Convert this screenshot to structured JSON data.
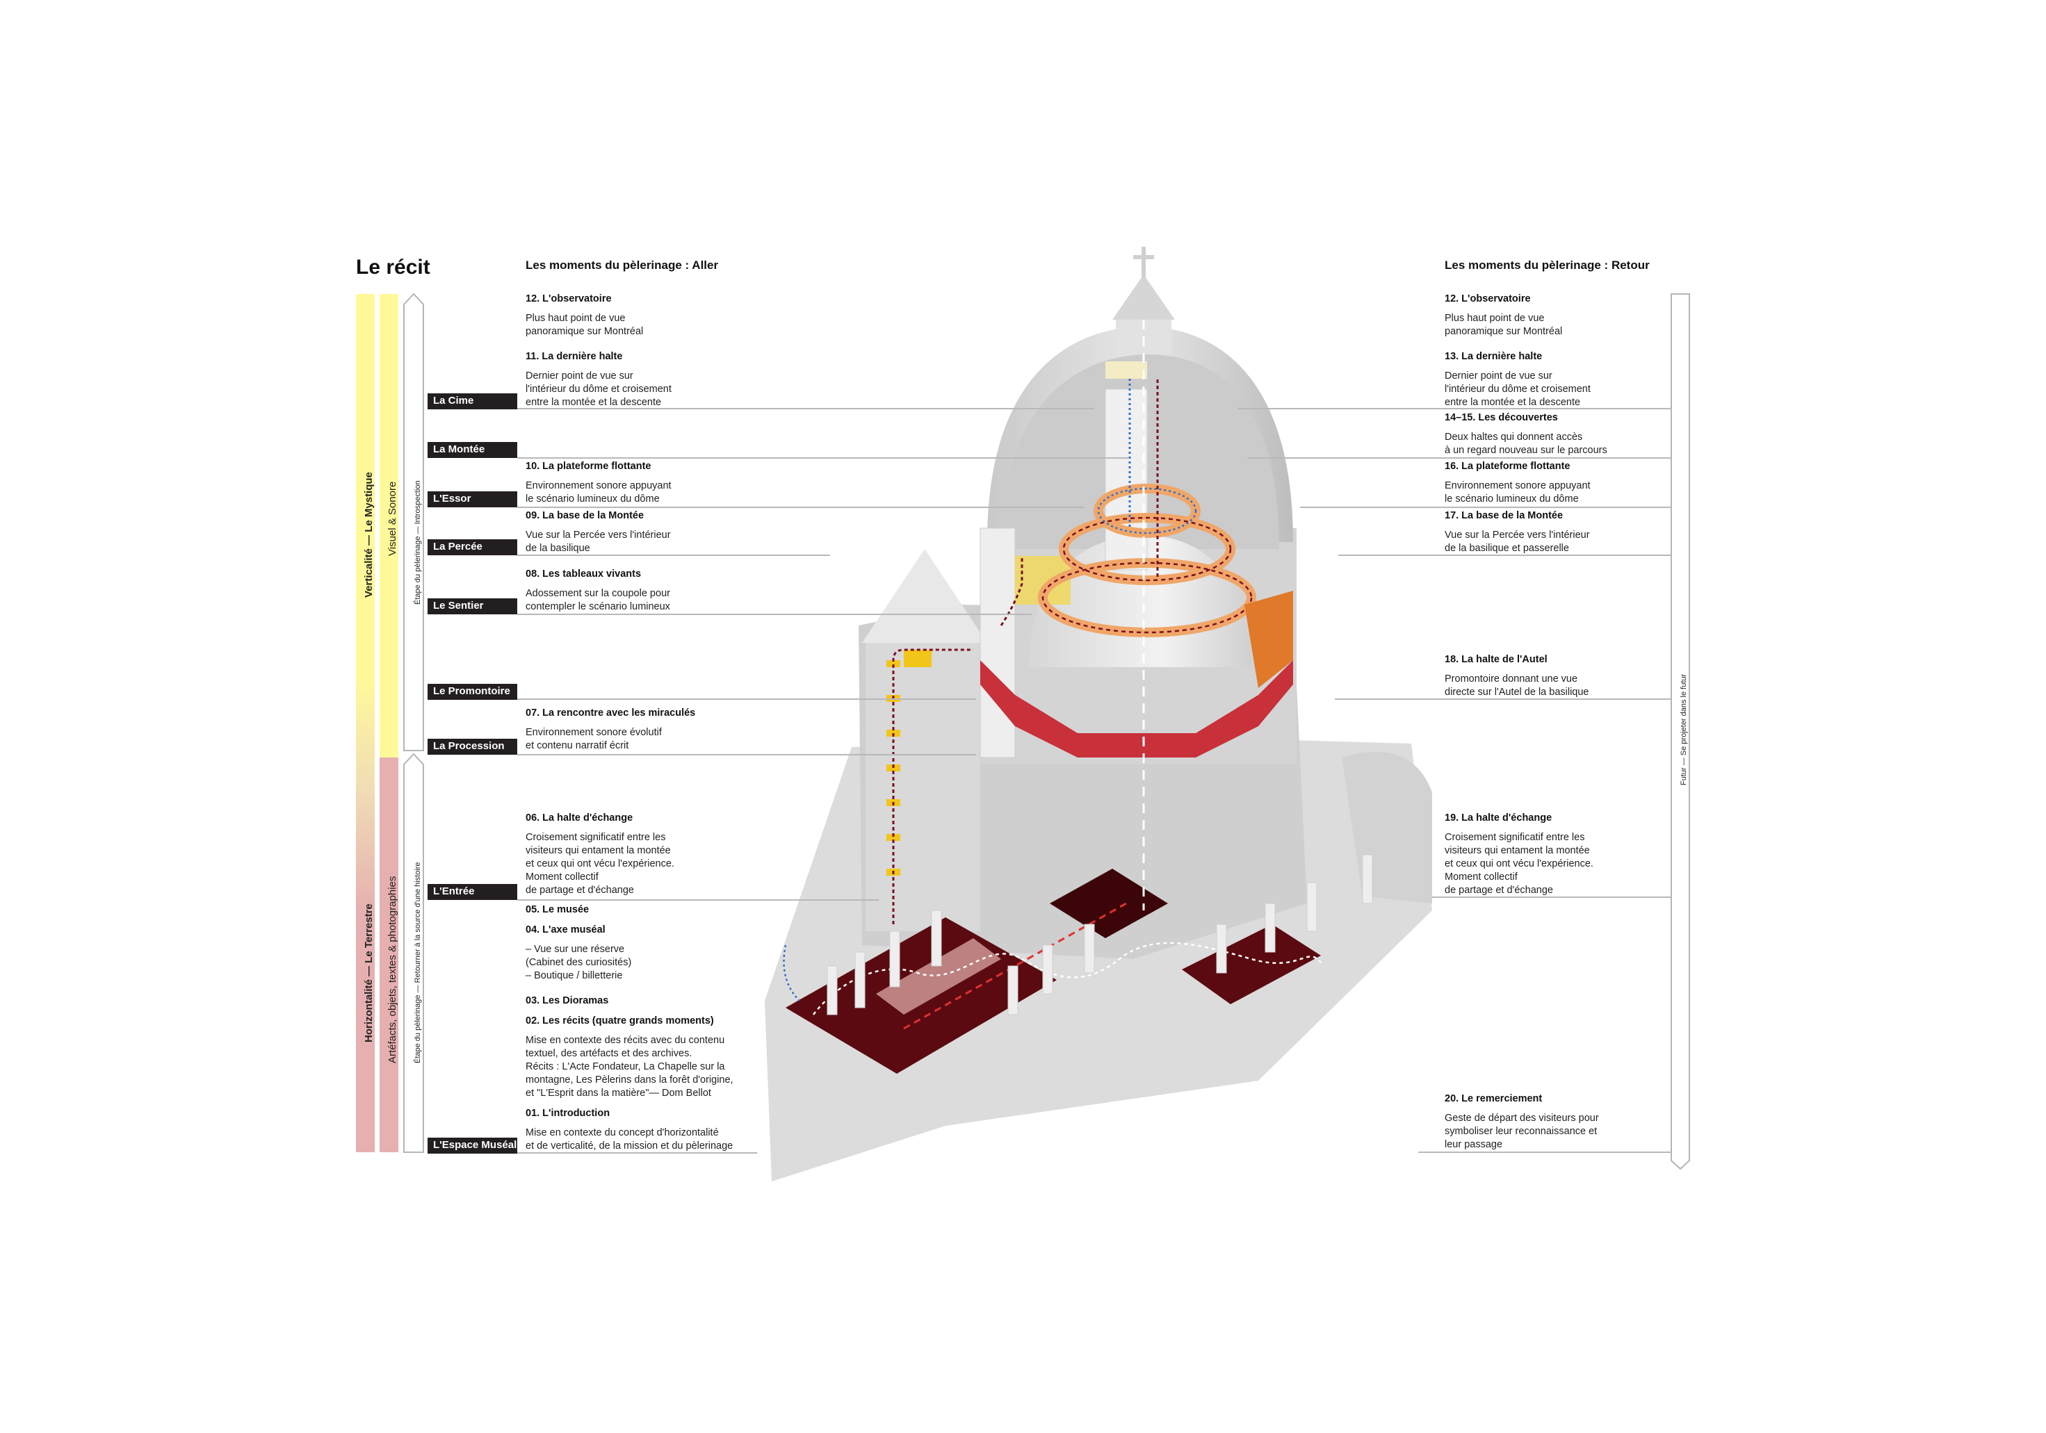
{
  "heading": {
    "recit": "Le récit",
    "aller": "Les moments du pèlerinage : Aller",
    "retour": "Les moments du pèlerinage : Retour"
  },
  "bands": {
    "vertical_main": "Verticalité — Le Mystique",
    "vertical_sub": "Visuel & Sonore",
    "vertical_step": "Étape du pèlerinage — Introspection",
    "horizontal_main": "Horizontalité — Le Terrestre",
    "horizontal_sub": "Artéfacts, objets, textes & photographies",
    "horizontal_step": "Étape du pèlerinage — Retourner à la source d'une histoire",
    "future": "Futur — Se projeter dans le futur"
  },
  "colors": {
    "mystique_yellow": "#FFF99A",
    "terrestre_pink": "#E6AFB0",
    "label_box": "#231F20",
    "promenade_red": "#C8303A",
    "spiral_orange": "#F0A668",
    "museum_floor": "#5A0A10",
    "path_blue": "#2F6FC8",
    "path_maroon": "#7A1020"
  },
  "stage_labels": [
    "La Cime",
    "La Montée",
    "L'Essor",
    "La Percée",
    "Le Sentier",
    "Le Promontoire",
    "La Procession",
    "L'Entrée",
    "L'Espace Muséal"
  ],
  "aller": [
    {
      "title": "12. L'observatoire",
      "desc": "Plus haut point de vue\npanoramique sur Montréal"
    },
    {
      "title": "11. La dernière halte",
      "desc": "Dernier point de vue sur\nl'intérieur du dôme et croisement\nentre la montée et la descente"
    },
    {
      "title": "10. La plateforme flottante",
      "desc": "Environnement sonore appuyant\nle scénario lumineux du dôme"
    },
    {
      "title": "09. La base de la Montée",
      "desc": "Vue sur la Percée vers l'intérieur\nde la basilique"
    },
    {
      "title": "08. Les tableaux vivants",
      "desc": "Adossement sur la coupole pour\ncontempler le scénario lumineux"
    },
    {
      "title": "07. La rencontre avec les miraculés",
      "desc": "Environnement sonore évolutif\net contenu narratif écrit"
    },
    {
      "title": "06. La halte d'échange",
      "desc": "Croisement significatif entre les\nvisiteurs qui entament la montée\net ceux qui ont vécu l'expérience.\nMoment collectif\nde partage et d'échange"
    },
    {
      "title": "05. Le musée",
      "desc": ""
    },
    {
      "title": "04. L'axe muséal",
      "desc": "– Vue sur une réserve\n   (Cabinet des curiosités)\n– Boutique / billetterie"
    },
    {
      "title": "03. Les Dioramas",
      "desc": ""
    },
    {
      "title": "02. Les récits (quatre grands moments)",
      "desc": "Mise en contexte des récits avec du contenu\ntextuel, des artéfacts et des archives.\nRécits : L'Acte Fondateur, La Chapelle sur la\nmontagne, Les Pèlerins dans la forêt d'origine,\net \"L'Esprit dans la matière\"— Dom Bellot"
    },
    {
      "title": "01. L'introduction",
      "desc": "Mise en contexte du concept d'horizontalité\net de verticalité, de la mission et du pèlerinage"
    }
  ],
  "retour": [
    {
      "title": "12. L'observatoire",
      "desc": "Plus haut point de vue\npanoramique sur Montréal"
    },
    {
      "title": "13. La dernière halte",
      "desc": "Dernier point de vue sur\nl'intérieur du dôme et croisement\nentre la montée et la descente"
    },
    {
      "title": "14–15. Les découvertes",
      "desc": "Deux haltes qui donnent accès\nà un regard nouveau sur le parcours"
    },
    {
      "title": "16. La plateforme flottante",
      "desc": "Environnement sonore appuyant\nle scénario lumineux du dôme"
    },
    {
      "title": "17. La base de la Montée",
      "desc": "Vue sur la Percée vers l'intérieur\nde la basilique et passerelle"
    },
    {
      "title": "18. La halte de l'Autel",
      "desc": "Promontoire donnant une vue\ndirecte sur l'Autel de la basilique"
    },
    {
      "title": "19. La halte d'échange",
      "desc": "Croisement significatif entre les\nvisiteurs qui entament la montée\net ceux qui ont vécu l'expérience.\nMoment collectif\nde partage et d'échange"
    },
    {
      "title": "20. Le remerciement",
      "desc": "Geste de départ des visiteurs pour\nsymboliser leur reconnaissance et\nleur passage"
    }
  ],
  "illustration": {
    "subject": "Axonometric section of a domed basilica with spiral ascent path and museum level",
    "icons": [
      "cross-icon",
      "visitor-figure-icon",
      "path-arrow-icon"
    ]
  }
}
